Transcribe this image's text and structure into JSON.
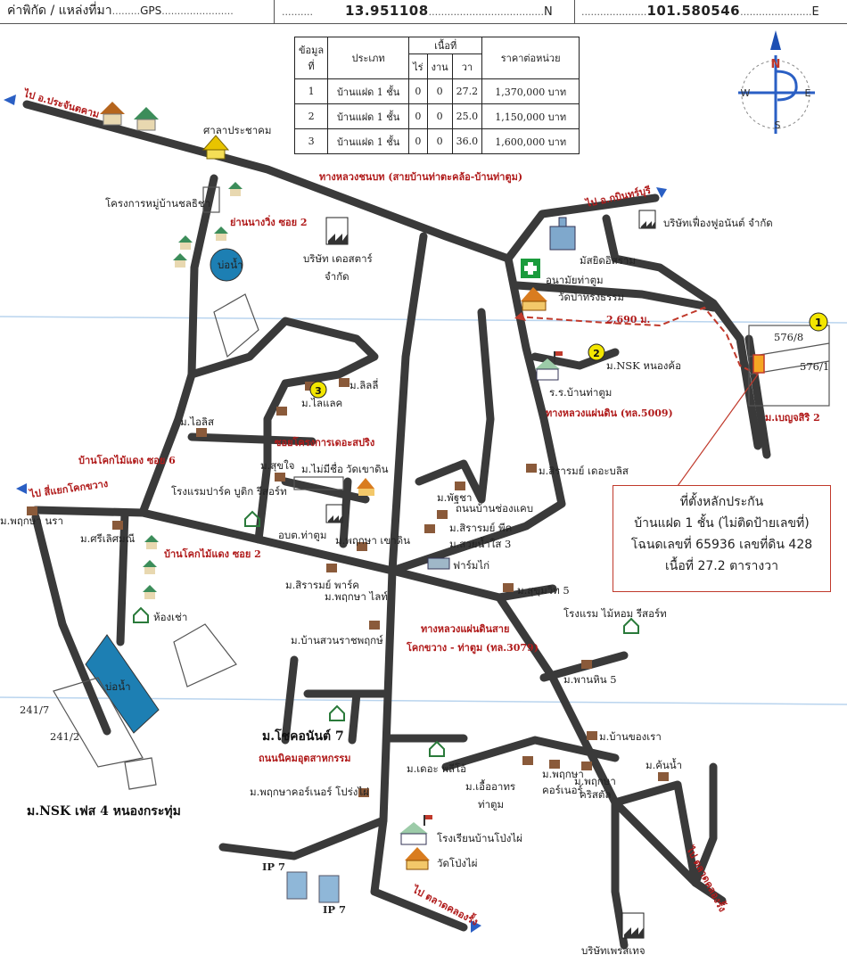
{
  "header": {
    "coord_label": "ค่าพิกัด / แหล่งที่มา",
    "coord_source": "GPS",
    "latitude": "13.951108",
    "lat_suffix": "N",
    "longitude": "101.580546",
    "lon_suffix": "E"
  },
  "price_table": {
    "headers": {
      "no": "ข้อมูลที่",
      "type": "ประเภท",
      "area": "เนื้อที่",
      "rai": "ไร่",
      "ngan": "งาน",
      "wa": "วา",
      "price": "ราคาต่อหน่วย"
    },
    "rows": [
      {
        "no": "1",
        "type": "บ้านแฝด 1 ชั้น",
        "rai": "0",
        "ngan": "0",
        "wa": "27.2",
        "price": "1,370,000 บาท"
      },
      {
        "no": "2",
        "type": "บ้านแฝด 1 ชั้น",
        "rai": "0",
        "ngan": "0",
        "wa": "25.0",
        "price": "1,150,000 บาท"
      },
      {
        "no": "3",
        "type": "บ้านแฝด 1 ชั้น",
        "rai": "0",
        "ngan": "0",
        "wa": "36.0",
        "price": "1,600,000 บาท"
      }
    ]
  },
  "compass": {
    "n": "N",
    "s": "S",
    "e": "E",
    "w": "W"
  },
  "roads": {
    "rural_road": "ทางหลวงชนบท (สายบ้านท่าตะคล้อ-บ้านท่าตูม)",
    "highway_5009": "ทางหลวงแผ่นดิน (ทล.5009)",
    "highway_3079_a": "ทางหลวงแผ่นดินสาย",
    "highway_3079_b": "โคกขวาง - ท่าตูม (ทล.3079)",
    "soi_2_nangwing": "ย่านนางวิ่ง ซอย 2",
    "soi_project": "ซอยโครงการเดอะสปริง",
    "soi_6": "บ้านโคกไม้แดง ซอย 6",
    "soi_2_khokmaidaeng": "บ้านโคกไม้แดง ซอย 2",
    "road_songkhae": "ถนนบ้านช่องแคบ",
    "road_industrial": "ถนนนิคมอุตสาหกรรม",
    "to_prachantakham": "ไป อ.ประจันตคาม",
    "to_kabinburi": "ไป อ.กบินทร์บุรี",
    "to_khokkhwang": "ไป สี่แยกโคกขวาง",
    "to_market_1": "ไป ตลาดคลองรั้ง",
    "to_market_2": "ไป ตลาดคลองรั้ง",
    "distance": "2,690 ม."
  },
  "places": {
    "sala": "ศาลาประชาคม",
    "chonthicha": "โครงการหมู่บ้านชลธิชา",
    "pond_1": "บ่อน้ำ",
    "pond_2": "บ่อน้ำ",
    "daystar_a": "บริษัท เดอสตาร์",
    "daystar_b": "จำกัด",
    "fuengfu": "บริษัทเฟื่องฟูอนันต์ จำกัด",
    "mosque": "มัสยิดอิสราม",
    "health": "อนามัยท่าตูม",
    "wat_pa": "วัดป่าทรงธรรม",
    "nsk_nongkhao": "ม.NSK หนองค้อ",
    "school_thatum": "ร.ร.บ้านท่าตูม",
    "benjasiri": "ม.เบญจสิริ 2",
    "lot_576": "576/8",
    "lot_side": "576/1",
    "lili": "ม.ลิลลี่",
    "lilac": "ม.ไลแลค",
    "lisa": "ม.ไอลิส",
    "sukjai": "ม.สุขใจ",
    "maimichue": "ม.ไม่มีชื่อ",
    "wat_khaodin": "วัดเขาดิน",
    "hotel_boutique": "โรงแรมปาร์ค บูติก รีสอร์ท",
    "sirarom_bliss": "ม.สิรารมย์ เดอะบลิส",
    "pattaya": "ม.พัฐชา",
    "sirarom_peak": "ม.สิรารมย์ พีค",
    "suaynamsai": "ม.สวยน้ำใส 3",
    "chicken_farm": "ฟาร์มไก่",
    "sukumwit5": "ม.สุขุมวิท 5",
    "phruksa_khaodin": "ม.พฤกษา เขาดิน",
    "obt": "อบต.ท่าตูม",
    "sirarom_park": "ม.สิรารมย์ พาร์ค",
    "phruksa_light": "ม.พฤกษา ไลท์",
    "suan_ratchaphruk": "ม.บ้านสวนราชพฤกษ์",
    "hotel_maihom": "โรงแรม ไม้หอม รีสอร์ท",
    "phanhin5": "ม.พานหิน 5",
    "phruksa_ra": "ม.พฤกษา นรา",
    "sriserm": "ม.ศรีเลิศมณี",
    "hongchao": "ห้องเช่า",
    "chokanan7": "ม.โชคอนันต์ 7",
    "the_plio": "ม.เดอะ พลีโอ้",
    "uea_athon_a": "ม.เอื้ออาทร",
    "uea_athon_b": "ท่าตูม",
    "phruksa_corner_a": "ม.พฤกษา",
    "phruksa_corner_b": "คอร์เนอร์",
    "phruksa_cristal_a": "ม.พฤกษา",
    "phruksa_cristal_b": "คริสตัล",
    "ban_khongrao": "ม.บ้านของเรา",
    "khonnam": "ม.ค้นน้ำ",
    "phruksa_corner_proong": "ม.พฤกษาคอร์เนอร์ โปร่งไผ่",
    "nsk_phase4": "ม.NSK เฟส 4 หนองกระทุ่ม",
    "school_pongphai": "โรงเรียนบ้านโป่งไผ่",
    "wat_pongphai": "วัดโป่งไผ่",
    "ip7_a": "IP 7",
    "ip7_b": "IP 7",
    "lot_241_7": "241/7",
    "lot_241_2": "241/2",
    "bottom_company": "บริษัทเพรสเทจ"
  },
  "markers": {
    "m1": "1",
    "m2": "2",
    "m3": "3"
  },
  "callout": {
    "line1": "ที่ตั้งหลักประกัน",
    "line2": "บ้านแฝด 1 ชั้น (ไม่ติดป้ายเลขที่)",
    "line3": "โฉนดเลขที่ 65936 เลขที่ดิน 428",
    "line4": "เนื้อที่ 27.2 ตารางวา"
  }
}
